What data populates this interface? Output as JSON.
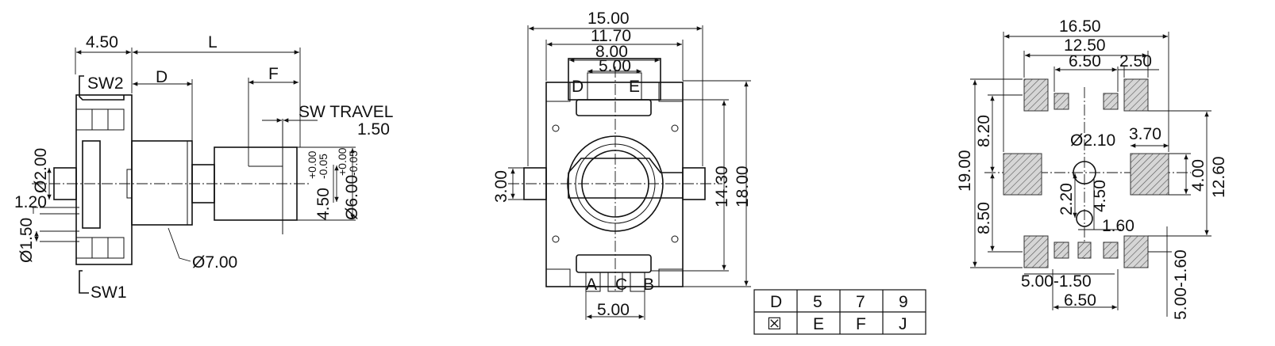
{
  "side_view": {
    "dim_4_50": "4.50",
    "dim_L": "L",
    "dim_D": "D",
    "dim_F": "F",
    "sw2": "SW2",
    "sw1": "SW1",
    "sw_travel": "SW TRAVEL",
    "sw_travel_val": "1.50",
    "dia_2_00": "Ø2.00",
    "dim_1_20": "1.20",
    "dia_1_50": "Ø1.50",
    "dia_7_00": "Ø7.00",
    "shaft_4_50": "4.50",
    "shaft_6_00": "Ø6.00",
    "tol_plus": "+0.00",
    "tol_minus": "-0.05"
  },
  "front_view": {
    "dim_15_00": "15.00",
    "dim_11_70": "11.70",
    "dim_8_00": "8.00",
    "dim_5_00_top": "5.00",
    "pin_D": "D",
    "pin_E": "E",
    "dim_3_00": "3.00",
    "dim_14_30": "14.30",
    "dim_18_00": "18.00",
    "pin_A": "A",
    "pin_C": "C",
    "pin_B": "B",
    "dim_5_00_bottom": "5.00"
  },
  "pcb_layout": {
    "dim_16_50": "16.50",
    "dim_12_50": "12.50",
    "dim_6_50_top": "6.50",
    "dim_2_50": "2.50",
    "dim_8_20": "8.20",
    "dim_19_00": "19.00",
    "dim_8_50": "8.50",
    "dia_2_10": "Ø2.10",
    "dim_3_70": "3.70",
    "dim_4_00": "4.00",
    "dim_12_60": "12.60",
    "dim_2_20": "2.20",
    "dim_4_50": "4.50",
    "dim_1_60": "1.60",
    "dim_5_00_1_50": "5.00-1.50",
    "dim_6_50_bottom": "6.50",
    "dim_5_00_1_60": "5.00-1.60"
  },
  "length_table": {
    "header": [
      "D",
      "5",
      "7",
      "9"
    ],
    "row": [
      "☒",
      "E",
      "F",
      "J"
    ]
  }
}
